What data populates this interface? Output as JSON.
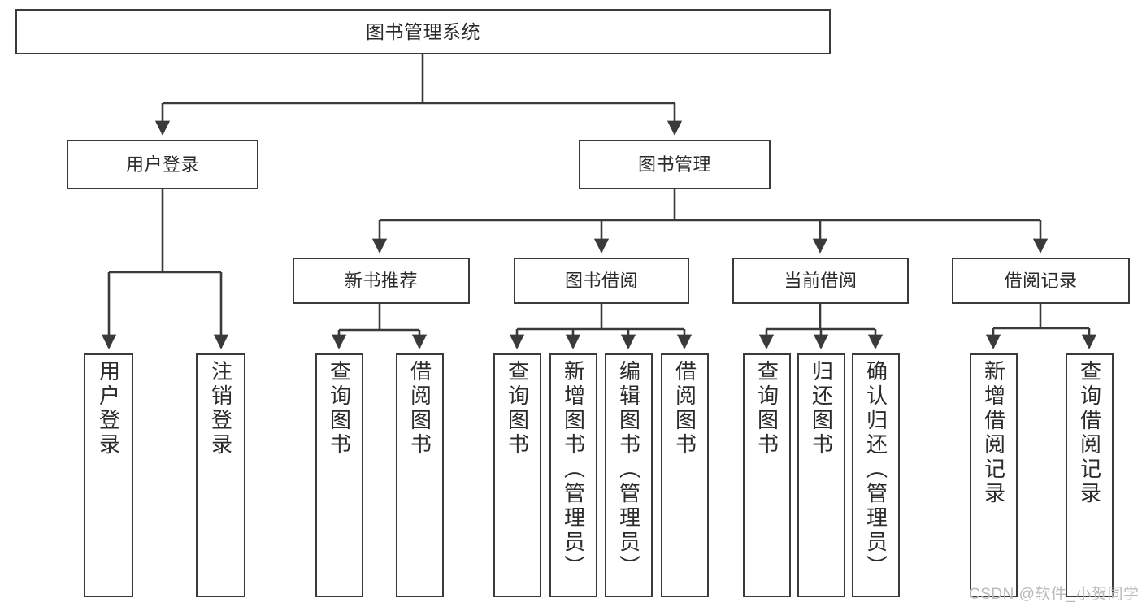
{
  "diagram": {
    "type": "tree-hierarchy-flowchart",
    "title": "图书管理系统",
    "background_color": "#ffffff",
    "line_color": "#3a3a3a",
    "box_fill": "#ffffff",
    "text_color": "#2b2b2b"
  },
  "nodes": {
    "root": {
      "label": "图书管理系统",
      "level": 0
    },
    "level1": [
      {
        "id": "user-login",
        "label": "用户登录"
      },
      {
        "id": "book-management",
        "label": "图书管理"
      }
    ],
    "level2": [
      {
        "id": "new-book-recommend",
        "label": "新书推荐",
        "parent": "book-management"
      },
      {
        "id": "book-borrow",
        "label": "图书借阅",
        "parent": "book-management"
      },
      {
        "id": "current-borrow",
        "label": "当前借阅",
        "parent": "book-management"
      },
      {
        "id": "borrow-record",
        "label": "借阅记录",
        "parent": "book-management"
      }
    ],
    "leaves": {
      "user_login": [
        {
          "id": "leaf-user-login",
          "label": "用户登录"
        },
        {
          "id": "leaf-logout",
          "label": "注销登录"
        }
      ],
      "new_book_recommend": [
        {
          "id": "leaf-query-book-1",
          "label": "查询图书"
        },
        {
          "id": "leaf-borrow-book-1",
          "label": "借阅图书"
        }
      ],
      "book_borrow": [
        {
          "id": "leaf-query-book-2",
          "label": "查询图书"
        },
        {
          "id": "leaf-add-book",
          "label": "新增图书（管理员）"
        },
        {
          "id": "leaf-edit-book",
          "label": "编辑图书（管理员）"
        },
        {
          "id": "leaf-borrow-book-2",
          "label": "借阅图书"
        }
      ],
      "current_borrow": [
        {
          "id": "leaf-query-book-3",
          "label": "查询图书"
        },
        {
          "id": "leaf-return-book",
          "label": "归还图书"
        },
        {
          "id": "leaf-confirm-return",
          "label": "确认归还（管理员）"
        }
      ],
      "borrow_record": [
        {
          "id": "leaf-add-record",
          "label": "新增借阅记录"
        },
        {
          "id": "leaf-query-record",
          "label": "查询借阅记录"
        }
      ]
    }
  },
  "watermark": {
    "text": "CSDN @软件_小贺同学",
    "color": "#b9b9b9"
  }
}
